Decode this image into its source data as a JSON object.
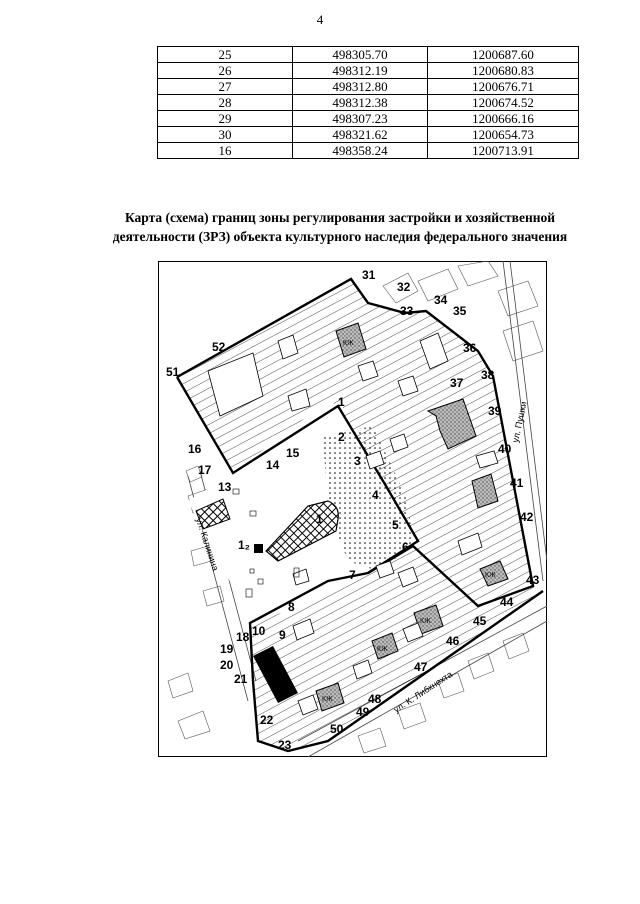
{
  "page_number": "4",
  "table": {
    "rows": [
      [
        "25",
        "498305.70",
        "1200687.60"
      ],
      [
        "26",
        "498312.19",
        "1200680.83"
      ],
      [
        "27",
        "498312.80",
        "1200676.71"
      ],
      [
        "28",
        "498312.38",
        "1200674.52"
      ],
      [
        "29",
        "498307.23",
        "1200666.16"
      ],
      [
        "30",
        "498321.62",
        "1200654.73"
      ],
      [
        "16",
        "498358.24",
        "1200713.91"
      ]
    ]
  },
  "caption": {
    "line1": "Карта (схема) границ зоны регулирования застройки и хозяйственной",
    "line2": "деятельности (ЗРЗ) объекта культурного наследия федерального значения"
  },
  "map": {
    "streets": {
      "pushkina": "ул. Пушки",
      "kalinina": "ул. Калинина",
      "liebknecht": "ул. К. Либкнехта"
    },
    "building_mark": "КЖ",
    "object_labels": {
      "obj1": "1",
      "obj12": "1₂"
    },
    "point_labels": [
      "1",
      "2",
      "3",
      "4",
      "5",
      "6",
      "7",
      "8",
      "9",
      "10",
      "13",
      "14",
      "15",
      "16",
      "17",
      "18",
      "19",
      "20",
      "21",
      "22",
      "23",
      "31",
      "32",
      "33",
      "34",
      "35",
      "36",
      "37",
      "38",
      "39",
      "40",
      "41",
      "42",
      "43",
      "44",
      "45",
      "46",
      "47",
      "48",
      "49",
      "50",
      "51",
      "52"
    ]
  }
}
